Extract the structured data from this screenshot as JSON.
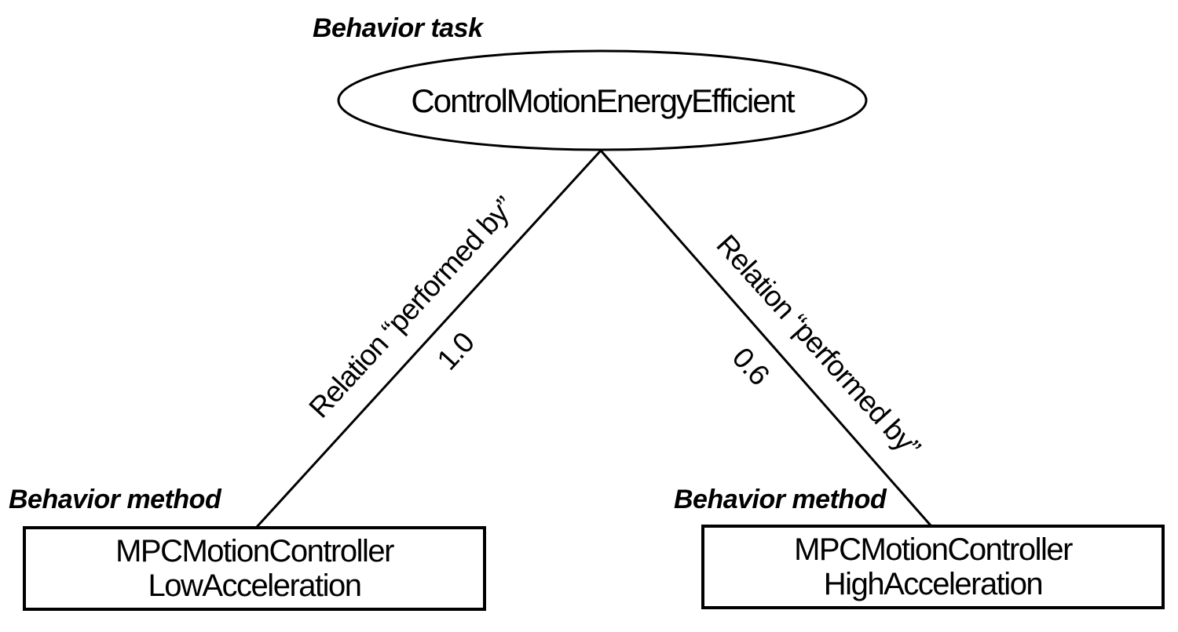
{
  "page": {
    "colors": {
      "background": "#ffffff",
      "stroke": "#000000",
      "text": "#000000"
    }
  },
  "diagram": {
    "task": {
      "type_label": "Behavior task",
      "name": "ControlMotionEnergyEfficient"
    },
    "edges": {
      "left": {
        "relation": "Relation “performed by”",
        "weight": "1.0"
      },
      "right": {
        "relation": "Relation “performed by”",
        "weight": "0.6"
      }
    },
    "methods": {
      "left": {
        "type_label": "Behavior method",
        "name_line1": "MPCMotionController",
        "name_line2": "LowAcceleration"
      },
      "right": {
        "type_label": "Behavior method",
        "name_line1": "MPCMotionController",
        "name_line2": "HighAcceleration"
      }
    }
  }
}
